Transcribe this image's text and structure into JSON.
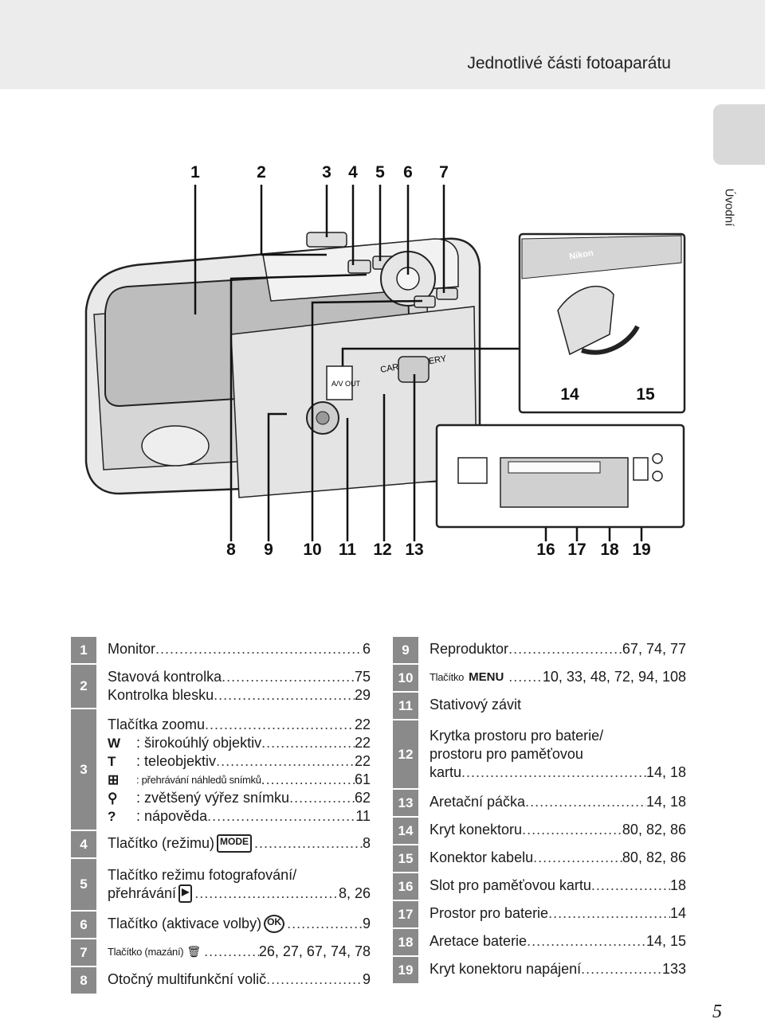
{
  "header": {
    "title": "Jednotlivé části fotoaparátu"
  },
  "side_tab": {
    "label": "Úvodní"
  },
  "figure": {
    "top_numbers": [
      "1",
      "2",
      "3",
      "4",
      "5",
      "6",
      "7"
    ],
    "inset_top_numbers": [
      "14",
      "15"
    ],
    "bottom_numbers": [
      "8",
      "9",
      "10",
      "11",
      "12",
      "13"
    ],
    "inset_bottom_numbers": [
      "16",
      "17",
      "18",
      "19"
    ],
    "camera_texts": {
      "brand": "Nikon",
      "card_battery": "CARD/BATTERY",
      "av_out": "A/V OUT"
    }
  },
  "parts_left": [
    {
      "num": "1",
      "lines": [
        {
          "label": "Monitor",
          "page": "6"
        }
      ]
    },
    {
      "num": "2",
      "lines": [
        {
          "label": "Stavová kontrolka",
          "page": "75"
        },
        {
          "label": "Kontrolka blesku",
          "page": "29"
        }
      ]
    },
    {
      "num": "3",
      "lines": [
        {
          "label": "Tlačítka zoomu",
          "page": "22"
        },
        {
          "symbol": "W",
          "label": ": širokoúhlý objektiv",
          "page": "22"
        },
        {
          "symbol": "T",
          "label": ": teleobjektiv",
          "page": "22"
        },
        {
          "symbol": "⊞",
          "label": ": přehrávání náhledů snímků",
          "page": "61"
        },
        {
          "symbol": "⚲",
          "label": ": zvětšený výřez snímku",
          "page": "62"
        },
        {
          "symbol": "?",
          "label": ": nápověda",
          "page": "11"
        }
      ]
    },
    {
      "num": "4",
      "lines": [
        {
          "label": "Tlačítko (režimu)",
          "badge": "MODE",
          "page": "8"
        }
      ]
    },
    {
      "num": "5",
      "lines": [
        {
          "label": "Tlačítko režimu fotografování/"
        },
        {
          "label": "přehrávání",
          "badge": "▶",
          "page": "8, 26"
        }
      ]
    },
    {
      "num": "6",
      "lines": [
        {
          "label": "Tlačítko (aktivace volby)",
          "badge": "OK",
          "page": "9"
        }
      ]
    },
    {
      "num": "7",
      "lines": [
        {
          "label": "Tlačítko (mazání)",
          "badge": "🗑",
          "page": "26, 27, 67, 74, 78"
        }
      ]
    },
    {
      "num": "8",
      "lines": [
        {
          "label": "Otočný multifunkční volič",
          "page": "9"
        }
      ]
    }
  ],
  "parts_right": [
    {
      "num": "9",
      "lines": [
        {
          "label": "Reproduktor",
          "page": "67, 74, 77"
        }
      ]
    },
    {
      "num": "10",
      "lines": [
        {
          "label": "Tlačítko",
          "badge": "MENU",
          "page": "10, 33, 48, 72, 94, 108"
        }
      ]
    },
    {
      "num": "11",
      "lines": [
        {
          "label": "Stativový závit"
        }
      ]
    },
    {
      "num": "12",
      "lines": [
        {
          "label": "Krytka prostoru pro baterie/"
        },
        {
          "label": "prostoru pro paměťovou"
        },
        {
          "label": "kartu",
          "page": "14, 18"
        }
      ]
    },
    {
      "num": "13",
      "lines": [
        {
          "label": "Aretační páčka",
          "page": "14, 18"
        }
      ]
    },
    {
      "num": "14",
      "lines": [
        {
          "label": "Kryt konektoru",
          "page": "80, 82, 86"
        }
      ]
    },
    {
      "num": "15",
      "lines": [
        {
          "label": "Konektor kabelu",
          "page": "80, 82, 86"
        }
      ]
    },
    {
      "num": "16",
      "lines": [
        {
          "label": "Slot pro paměťovou kartu",
          "page": "18"
        }
      ]
    },
    {
      "num": "17",
      "lines": [
        {
          "label": "Prostor pro baterie",
          "page": "14"
        }
      ]
    },
    {
      "num": "18",
      "lines": [
        {
          "label": "Aretace baterie",
          "page": "14, 15"
        }
      ]
    },
    {
      "num": "19",
      "lines": [
        {
          "label": "Kryt konektoru napájení",
          "page": "133"
        }
      ]
    }
  ],
  "page_number": "5"
}
